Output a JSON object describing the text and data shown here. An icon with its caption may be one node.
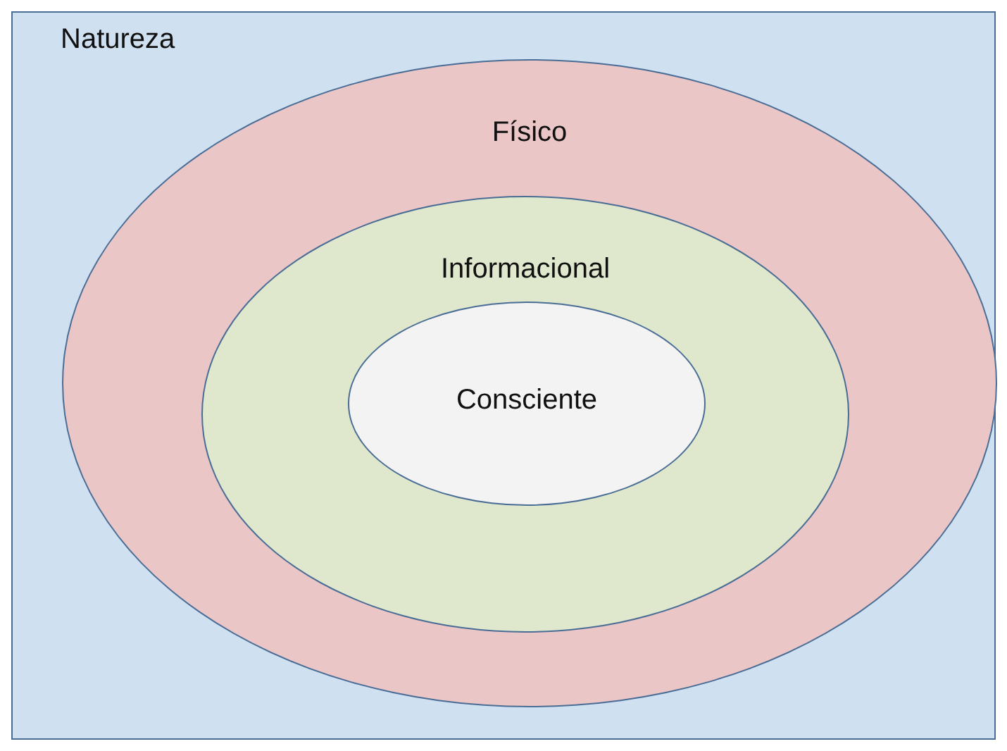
{
  "diagram": {
    "nodes": [
      {
        "text": [
          "Natureza"
        ]
      },
      {
        "text": [
          "Físico"
        ],
        "in": 0
      },
      {
        "text": [
          "Informacional"
        ],
        "in": 1
      },
      {
        "text": [
          "Consciente"
        ],
        "in": 2
      }
    ]
  }
}
